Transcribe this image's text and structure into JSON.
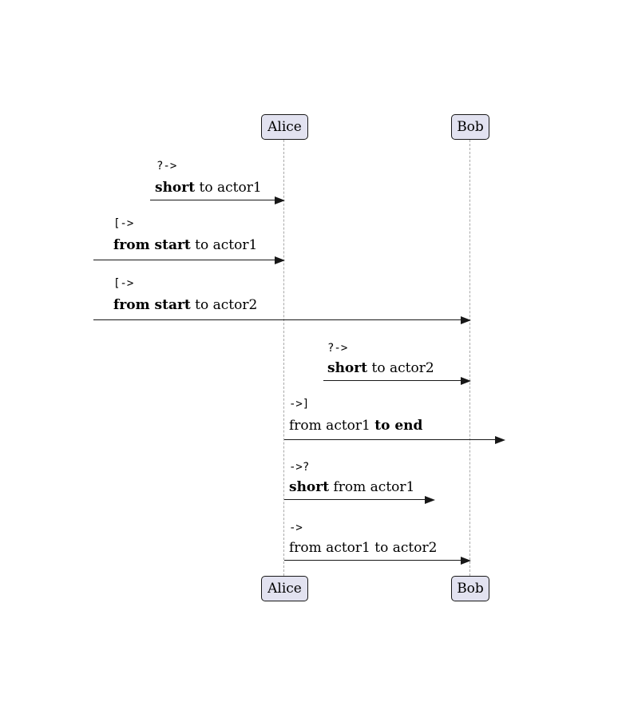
{
  "diagram": {
    "type": "sequence-diagram",
    "actors": [
      {
        "name": "Alice"
      },
      {
        "name": "Bob"
      }
    ],
    "messages": [
      {
        "code": "?->",
        "label_pre": "",
        "label_bold": "short",
        "label_post": " to actor1",
        "from": "short-left-of-Alice",
        "to": "Alice"
      },
      {
        "code": "[->",
        "label_pre": "",
        "label_bold": "from start",
        "label_post": " to actor1",
        "from": "diagram-left-edge",
        "to": "Alice"
      },
      {
        "code": "[->",
        "label_pre": "",
        "label_bold": "from start",
        "label_post": " to actor2",
        "from": "diagram-left-edge",
        "to": "Bob"
      },
      {
        "code": "?->",
        "label_pre": "",
        "label_bold": "short",
        "label_post": " to actor2",
        "from": "short-left-of-Bob",
        "to": "Bob"
      },
      {
        "code": "->]",
        "label_pre": "from actor1 ",
        "label_bold": "to end",
        "label_post": "",
        "from": "Alice",
        "to": "diagram-right-edge"
      },
      {
        "code": "->?",
        "label_pre": "",
        "label_bold": "short",
        "label_post": " from actor1",
        "from": "Alice",
        "to": "short-right-of-Alice"
      },
      {
        "code": "->",
        "label_pre": "from actor1 to actor2",
        "label_bold": "",
        "label_post": "",
        "from": "Alice",
        "to": "Bob"
      }
    ]
  },
  "colors": {
    "background": "#FFFFFF",
    "actor_fill": "#E2E2F0",
    "actor_border": "#181818",
    "lifeline": "#A8A8A8",
    "arrow": "#181818",
    "text": "#000000"
  }
}
